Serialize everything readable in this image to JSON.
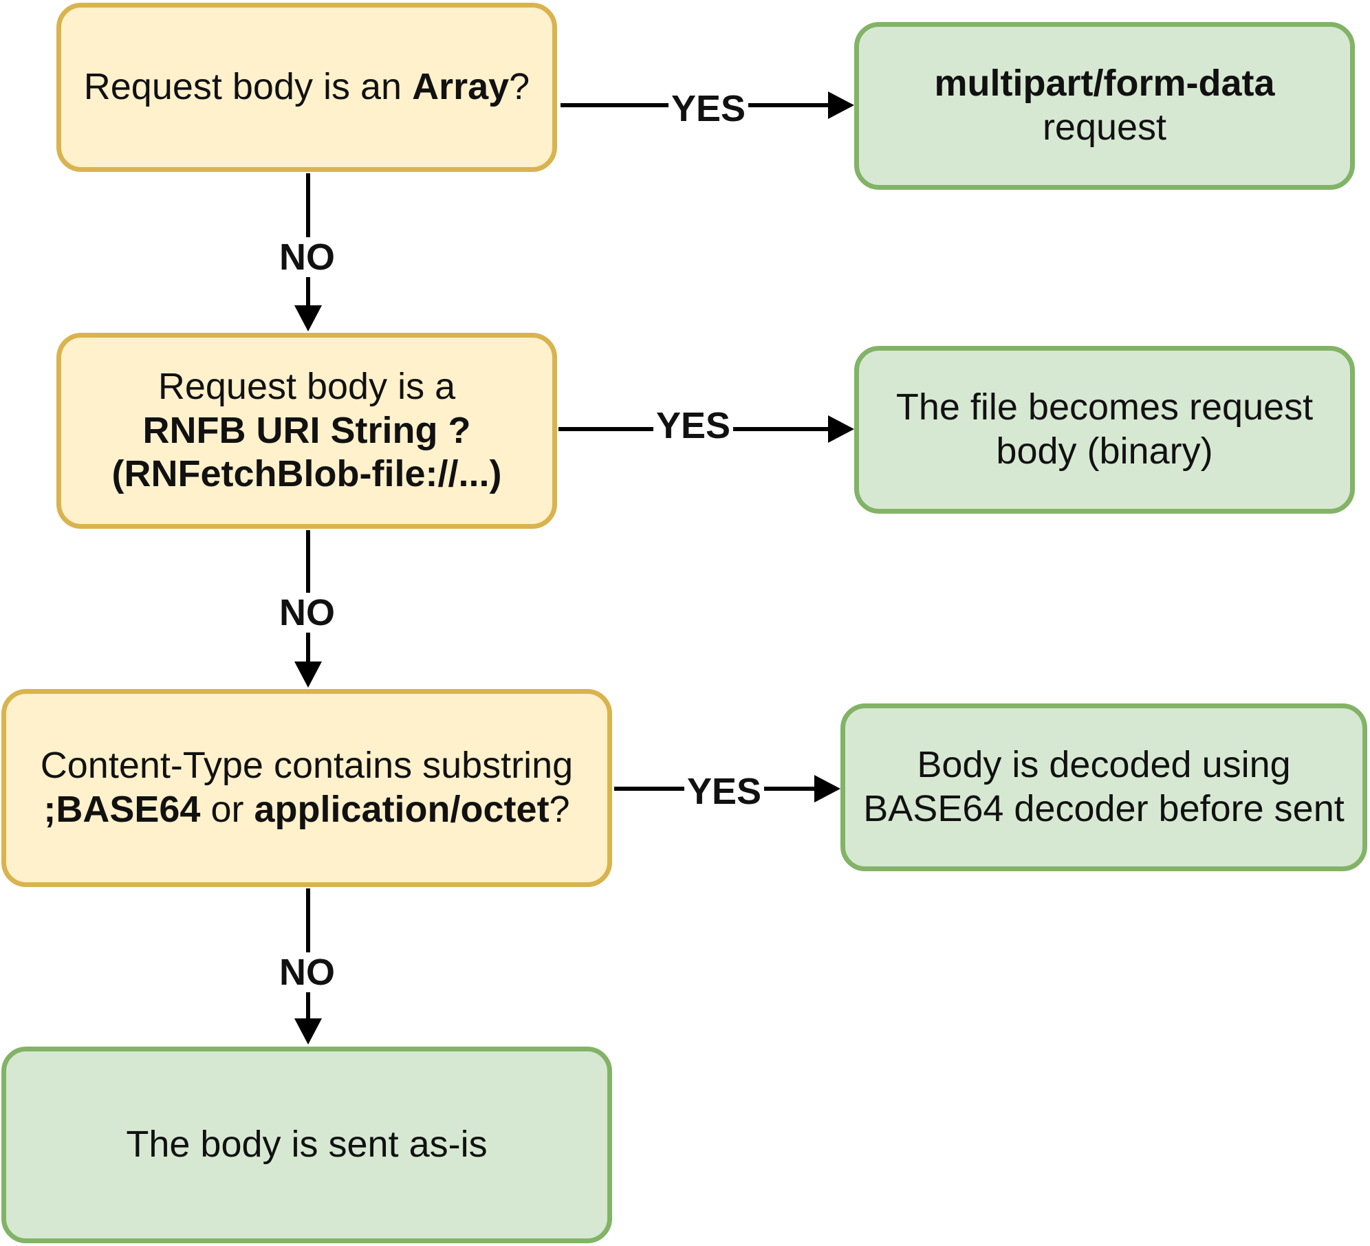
{
  "nodes": {
    "q1": {
      "pre": "Request body is an ",
      "bold": "Array",
      "post": "?"
    },
    "r1": {
      "line1": "multipart/form-data",
      "line2": "request"
    },
    "q2": {
      "line1": "Request body is a",
      "line2": "RNFB URI String ?",
      "line3": "(RNFetchBlob-file://...)"
    },
    "r2": {
      "line1": "The file becomes request",
      "line2": "body (binary)"
    },
    "q3": {
      "line1": "Content-Type contains substring",
      "bold1": ";BASE64",
      "mid": " or ",
      "bold2": "application/octet",
      "post": "?"
    },
    "r3": {
      "line1": "Body is decoded using",
      "line2": "BASE64 decoder before sent"
    },
    "r4": {
      "text": "The body is sent as-is"
    }
  },
  "edges": {
    "yes_label": "YES",
    "no_label": "NO"
  },
  "colors": {
    "decision_fill": "#fff1cc",
    "decision_border": "#d9b34e",
    "outcome_fill": "#d6e8d2",
    "outcome_border": "#82b366",
    "arrow": "#000000"
  }
}
